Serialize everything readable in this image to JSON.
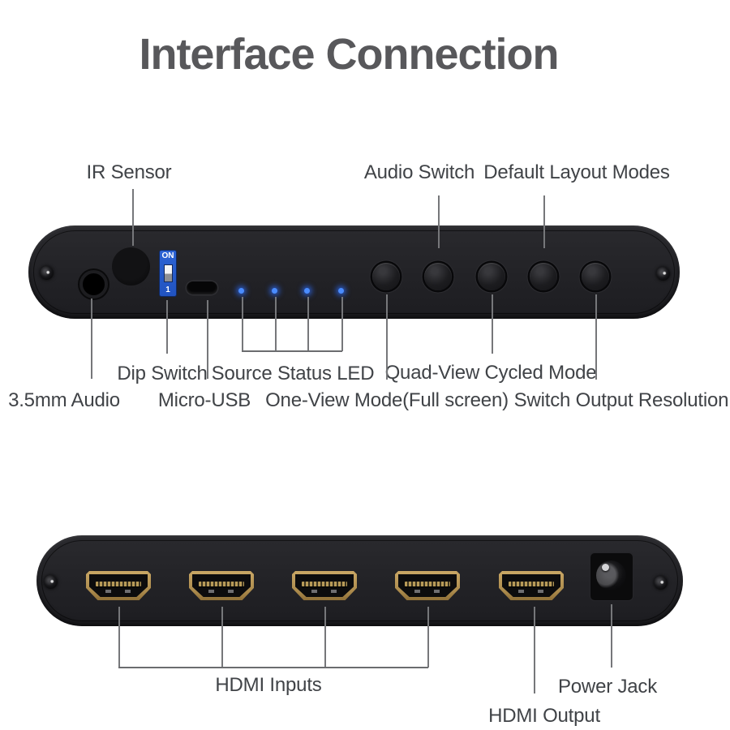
{
  "title": "Interface Connection",
  "dip_switch": {
    "on": "ON",
    "pin": "1"
  },
  "callouts": {
    "ir_sensor": "IR Sensor",
    "audio_switch": "Audio Switch",
    "default_layout_modes": "Default Layout Modes",
    "dip_switch": "Dip Switch",
    "source_status_led": "Source Status LED",
    "quad_view_cycled_mode": "Quad-View Cycled Mode",
    "audio_3_5mm": "3.5mm Audio",
    "micro_usb": "Micro-USB",
    "one_view_mode": "One-View Mode(Full screen)",
    "switch_output_resolution": "Switch Output Resolution",
    "hdmi_inputs": "HDMI Inputs",
    "power_jack": "Power Jack",
    "hdmi_output": "HDMI Output"
  },
  "counts": {
    "status_leds": 4,
    "buttons": 5,
    "hdmi_input_ports": 4,
    "hdmi_output_ports": 1
  },
  "colors": {
    "led_blue": "#4a8cff",
    "dip_switch_blue": "#2459c8",
    "hdmi_gold": "#b59256",
    "device_body": "#232327",
    "label_text": "#404347",
    "title_text": "#58585b"
  }
}
